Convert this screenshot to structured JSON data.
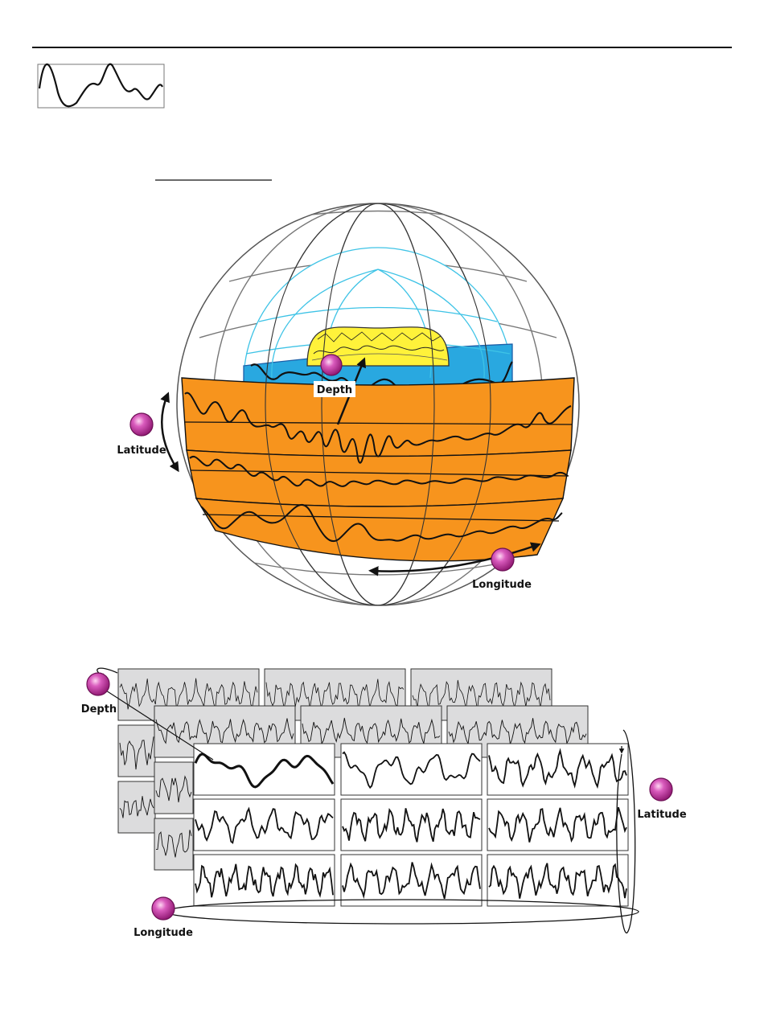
{
  "labels": {
    "depth": "Depth",
    "latitude": "Latitude",
    "longitude": "Longitude"
  },
  "colors": {
    "orange_band": "#f7941d",
    "blue_layer": "#29a8e0",
    "yellow_core": "#fff23a",
    "cyan_grid": "#3ec3e6",
    "knob": "#b3208f",
    "panel_back": "#dcdcdd",
    "ink": "#111111"
  },
  "icons": {
    "parameter_knob": "knob-icon",
    "arrow": "double-arrow-icon"
  }
}
